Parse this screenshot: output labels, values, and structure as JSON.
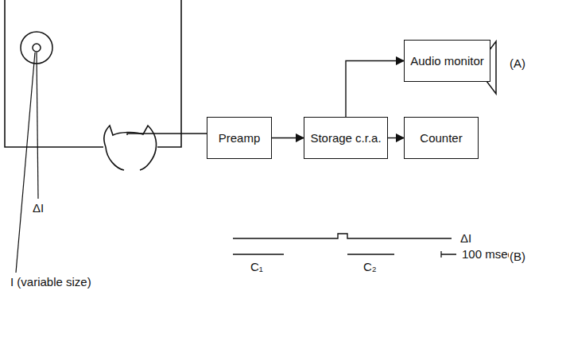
{
  "diagram": {
    "nodes": [
      {
        "text": [
          "Preamp"
        ]
      },
      {
        "text": [
          "Storage c.r.a."
        ]
      },
      {
        "text": [
          "Audio monitor"
        ]
      },
      {
        "text": [
          "Counter"
        ]
      }
    ],
    "edges": [
      {
        "from": 0,
        "to": 1,
        "arrow": "to"
      },
      {
        "from": 1,
        "to": 2,
        "arrow": "to"
      },
      {
        "from": 1,
        "to": 3,
        "arrow": "to"
      }
    ],
    "labels": [
      "(A)",
      "ΔI",
      "I (variable size)",
      "ΔI",
      "C₁",
      "C₂",
      "100 msec",
      "(B)"
    ]
  }
}
